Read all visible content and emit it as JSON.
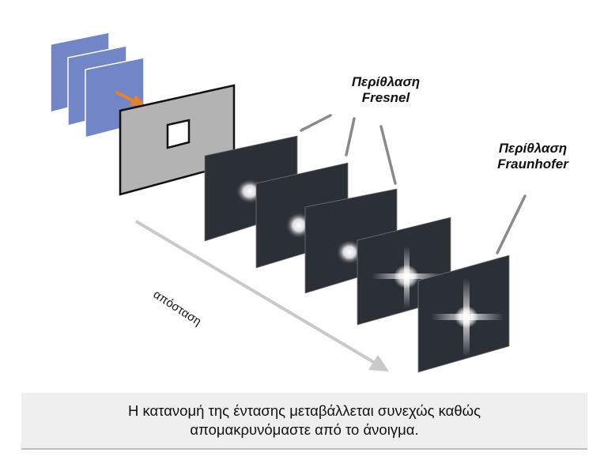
{
  "labels": {
    "fresnel": [
      "Περίθλαση",
      "Fresnel"
    ],
    "fraunhofer": [
      "Περίθλαση",
      "Fraunhofer"
    ],
    "distance": "απόσταση"
  },
  "caption": {
    "line1": "Η κατανομή της έντασης μεταβάλλεται συνεχώς καθώς",
    "line2": "απομακρυνόμαστε από το άνοιγμα."
  },
  "colors": {
    "wavefront": "#7285c6",
    "aperture_plate": "#b3b3b3",
    "screen": "#2b2f36",
    "arrow_incident": "#e8822a",
    "distance_arrow": "#c9c9c9",
    "leader_lines": "#8a8a8a"
  }
}
